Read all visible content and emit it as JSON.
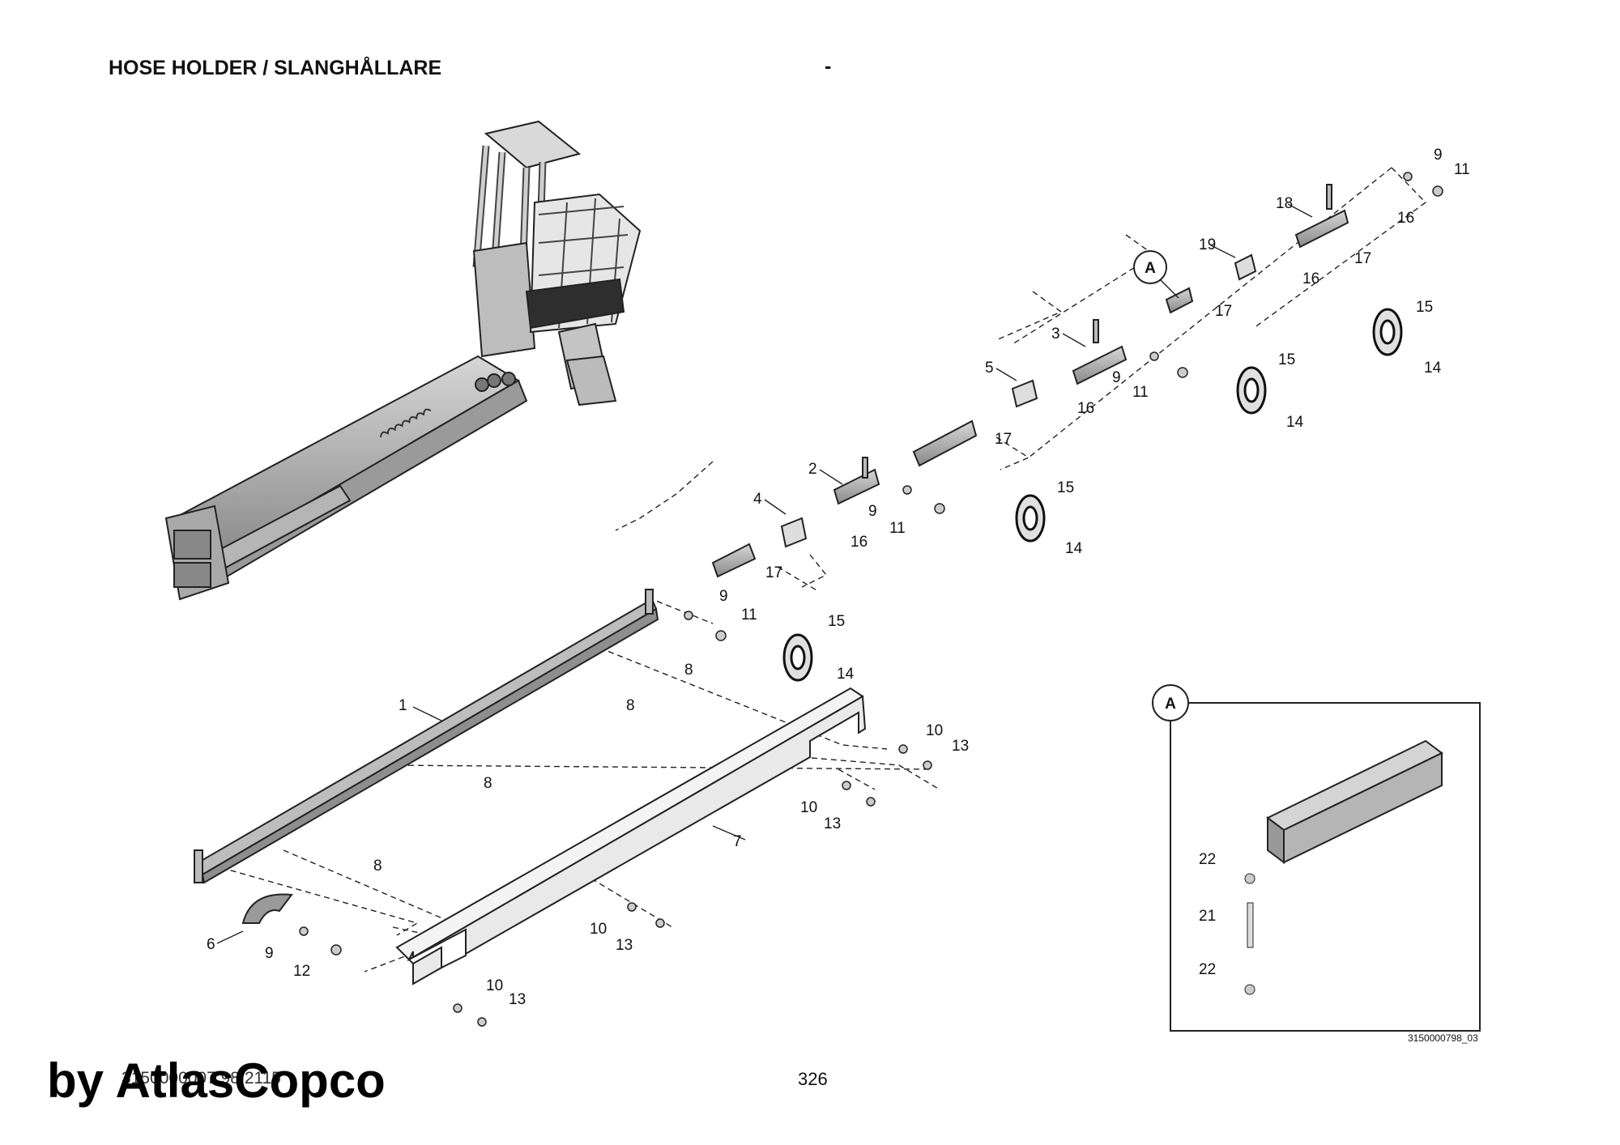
{
  "header": {
    "title": "HOSE HOLDER / SLANGHÅLLARE",
    "dash": "-"
  },
  "footer": {
    "document_number": "3150000007 98 2115",
    "page_number": "326",
    "watermark": "by AtlasCopco"
  },
  "detail": {
    "callout_letter": "A",
    "image_code": "3150000798_03"
  },
  "part_labels": {
    "p1": "1",
    "p2": "2",
    "p3": "3",
    "p4": "4",
    "p5": "5",
    "p6": "6",
    "p7": "7",
    "p8a": "8",
    "p8b": "8",
    "p8c": "8",
    "p8d": "8",
    "p9a": "9",
    "p9b": "9",
    "p9c": "9",
    "p9d": "9",
    "p9e": "9",
    "p10a": "10",
    "p10b": "10",
    "p10c": "10",
    "p10d": "10",
    "p11a": "11",
    "p11b": "11",
    "p11c": "11",
    "p11d": "11",
    "p12": "12",
    "p13a": "13",
    "p13b": "13",
    "p13c": "13",
    "p13d": "13",
    "p14a": "14",
    "p14b": "14",
    "p14c": "14",
    "p14d": "14",
    "p15a": "15",
    "p15b": "15",
    "p15c": "15",
    "p15d": "15",
    "p16a": "16",
    "p16b": "16",
    "p16c": "16",
    "p16d": "16",
    "p17a": "17",
    "p17b": "17",
    "p17c": "17",
    "p17d": "17",
    "p18": "18",
    "p19": "19",
    "p21": "21",
    "p22a": "22",
    "p22b": "22"
  }
}
